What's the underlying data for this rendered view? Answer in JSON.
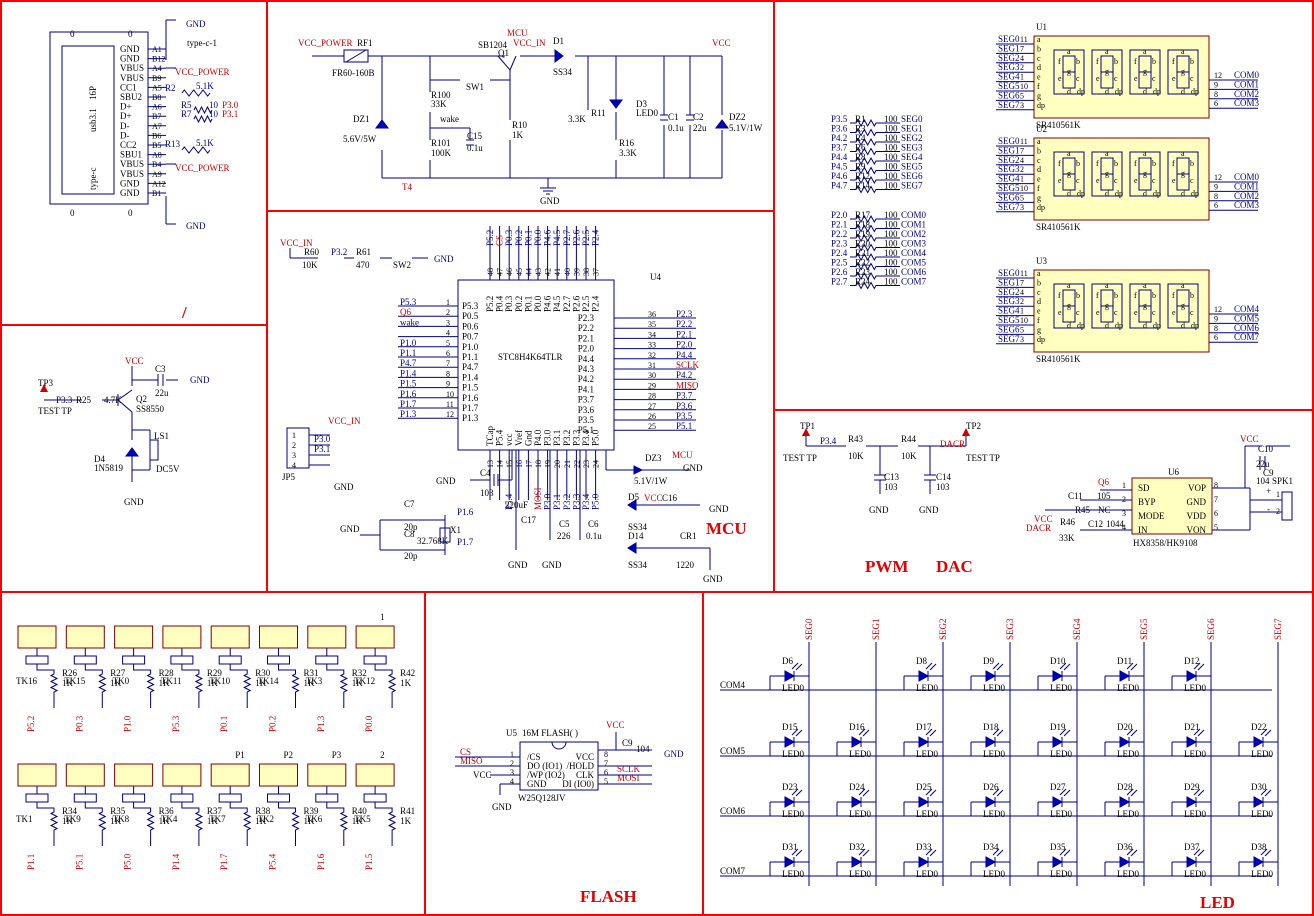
{
  "section_titles": {
    "slash": "/",
    "mcu": "MCU",
    "pwm": "PWM",
    "dac": "DAC",
    "flash": "FLASH",
    "led": "LED"
  },
  "usb": {
    "ref": "type-c-1",
    "side_label_1": "usb3.1",
    "side_label_2": "type-c",
    "conn_label": "16P",
    "pins": [
      {
        "name": "GND",
        "num": "A1"
      },
      {
        "name": "GND",
        "num": "B12"
      },
      {
        "name": "VBUS",
        "num": "A4"
      },
      {
        "name": "VBUS",
        "num": "B9"
      },
      {
        "name": "CC1",
        "num": "A5"
      },
      {
        "name": "SBU2",
        "num": "B8"
      },
      {
        "name": "D+",
        "num": "A6"
      },
      {
        "name": "D+",
        "num": "B7"
      },
      {
        "name": "D-",
        "num": "A7"
      },
      {
        "name": "D-",
        "num": "B6"
      },
      {
        "name": "CC2",
        "num": "B5"
      },
      {
        "name": "SBU1",
        "num": "A8"
      },
      {
        "name": "VBUS",
        "num": "B4"
      },
      {
        "name": "VBUS",
        "num": "A9"
      },
      {
        "name": "GND",
        "num": "A12"
      },
      {
        "name": "GND",
        "num": "B1"
      }
    ],
    "gnd": "GND",
    "vcc_power": "VCC_POWER",
    "r2": "R2",
    "r2_val": "5.1K",
    "r5": "R5",
    "r5_val": "10",
    "p30": "P3.0",
    "r7": "R7",
    "r7_val": "10",
    "p31": "P3.1",
    "r13": "R13",
    "r13_val": "5.1K",
    "zero": "0"
  },
  "power": {
    "vcc_power": "VCC_POWER",
    "rf1": "RF1",
    "rf1_val": "FR60-160B",
    "mcu": "MCU",
    "sb1204": "SB1204",
    "q1": "Q1",
    "vcc_in": "VCC_IN",
    "d1": "D1",
    "d1_val": "SS34",
    "vcc": "VCC",
    "sw1": "SW1",
    "r100": "R100",
    "r100_val": "33K",
    "wake": "wake",
    "c15": "C15",
    "c15_val": "0.1u",
    "r101": "R101",
    "r101_val": "100K",
    "r10": "R10",
    "r10_val": "1K",
    "dz1": "DZ1",
    "dz1_val": "5.6V/5W",
    "t4": "T4",
    "r11_val": "3.3K",
    "r11": "R11",
    "d3": "D3",
    "d3_val": "LED0",
    "r16": "R16",
    "r16_val": "3.3K",
    "c1": "C1",
    "c1_val": "0.1u",
    "c2": "C2",
    "c2_val": "22u",
    "dz2": "DZ2",
    "dz2_val": "5.1V/1W",
    "gnd": "GND"
  },
  "buzzer": {
    "vcc": "VCC",
    "c3": "C3",
    "c3_val": "22u",
    "gnd": "GND",
    "tp3": "TP3",
    "test_tp": "TEST TP",
    "p33": "P3.3",
    "r25": "R25",
    "r25_val": "4.7K",
    "q2": "Q2",
    "q2_val": "SS8550",
    "ls1": "LS1",
    "ls1_val": "DC5V",
    "d4": "D4",
    "d4_val": "1N5819"
  },
  "mcu": {
    "vcc_in": "VCC_IN",
    "r60": "R60",
    "r60_val": "10K",
    "p32": "P3.2",
    "r61": "R61",
    "r61_val": "470",
    "sw2": "SW2",
    "gnd": "GND",
    "ref": "U4",
    "part": "STC8H4K64TLR",
    "left_pins": [
      {
        "net": "P5.3",
        "num": "1",
        "name": "P5.3"
      },
      {
        "net": "Q6",
        "num": "2",
        "name": "P0.5"
      },
      {
        "net": "wake",
        "num": "3",
        "name": "P0.6"
      },
      {
        "net": "",
        "num": "4",
        "name": "P0.7"
      },
      {
        "net": "P1.0",
        "num": "5",
        "name": "P1.0"
      },
      {
        "net": "P1.1",
        "num": "6",
        "name": "P1.1"
      },
      {
        "net": "P4.7",
        "num": "7",
        "name": "P4.7"
      },
      {
        "net": "P1.4",
        "num": "8",
        "name": "P1.4"
      },
      {
        "net": "P1.5",
        "num": "9",
        "name": "P1.5"
      },
      {
        "net": "P1.6",
        "num": "10",
        "name": "P1.6"
      },
      {
        "net": "P1.7",
        "num": "11",
        "name": "P1.7"
      },
      {
        "net": "P1.3",
        "num": "12",
        "name": "P1.3"
      }
    ],
    "right_pins": [
      {
        "net": "P2.3",
        "num": "36",
        "name": "P2.3"
      },
      {
        "net": "P2.2",
        "num": "35",
        "name": "P2.2"
      },
      {
        "net": "P2.1",
        "num": "34",
        "name": "P2.1"
      },
      {
        "net": "P2.0",
        "num": "33",
        "name": "P2.0"
      },
      {
        "net": "P4.4",
        "num": "32",
        "name": "P4.4"
      },
      {
        "net": "SCLK",
        "num": "31",
        "name": "P4.3"
      },
      {
        "net": "P4.2",
        "num": "30",
        "name": "P4.2"
      },
      {
        "net": "MISO",
        "num": "29",
        "name": "P4.1"
      },
      {
        "net": "P3.7",
        "num": "28",
        "name": "P3.7"
      },
      {
        "net": "P3.6",
        "num": "27",
        "name": "P3.6"
      },
      {
        "net": "P3.5",
        "num": "26",
        "name": "P3.5"
      },
      {
        "net": "P5.1",
        "num": "25",
        "name": "P5.1"
      }
    ],
    "top_pins": [
      {
        "net": "P5.2",
        "num": "48",
        "name": "P5.2"
      },
      {
        "net": "CS",
        "num": "47",
        "name": "P0.4"
      },
      {
        "net": "P0.3",
        "num": "46",
        "name": "P0.3"
      },
      {
        "net": "P0.2",
        "num": "45",
        "name": "P0.2"
      },
      {
        "net": "P0.1",
        "num": "44",
        "name": "P0.1"
      },
      {
        "net": "P0.0",
        "num": "43",
        "name": "P0.0"
      },
      {
        "net": "P4.6",
        "num": "42",
        "name": "P4.6"
      },
      {
        "net": "P4.5",
        "num": "41",
        "name": "P4.5"
      },
      {
        "net": "P2.7",
        "num": "40",
        "name": "P2.7"
      },
      {
        "net": "P2.6",
        "num": "39",
        "name": "P2.6"
      },
      {
        "net": "P2.5",
        "num": "38",
        "name": "P2.5"
      },
      {
        "net": "P2.4",
        "num": "37",
        "name": "P2.4"
      }
    ],
    "bottom_pins": [
      {
        "net": "",
        "num": "13",
        "name": "TCap"
      },
      {
        "net": "",
        "num": "14",
        "name": "P5.4"
      },
      {
        "net": "P5.4",
        "num": "15",
        "name": "vcc"
      },
      {
        "net": "",
        "num": "16",
        "name": "Vref"
      },
      {
        "net": "",
        "num": "17",
        "name": "Gnd"
      },
      {
        "net": "MOSI",
        "num": "18",
        "name": "P4.0"
      },
      {
        "net": "P3.0",
        "num": "19",
        "name": "P3.0"
      },
      {
        "net": "P3.1",
        "num": "20",
        "name": "P3.1"
      },
      {
        "net": "P3.2",
        "num": "21",
        "name": "P3.2"
      },
      {
        "net": "P3.3",
        "num": "22",
        "name": "P3.3"
      },
      {
        "net": "P3.4",
        "num": "23",
        "name": "P3.4"
      },
      {
        "net": "P5.0",
        "num": "24",
        "name": "P5.0"
      }
    ],
    "jp5": "JP5",
    "jp5_vcc": "VCC_IN",
    "jp5_p30": "P3.0",
    "jp5_p31": "P3.1",
    "jp5_pins": [
      "1",
      "2",
      "3",
      "4"
    ],
    "c4": "C4",
    "c4_val": "103",
    "c7": "C7",
    "c7_val": "20p",
    "c8": "C8",
    "c8_val": "20p",
    "x1": "X1",
    "x1_val": "32.768K",
    "p16": "P1.6",
    "p17": "P1.7",
    "c17": "C17",
    "c17_val": "220uF",
    "c5": "C5",
    "c5_val": "226",
    "c6": "C6",
    "c6_val": "0.1u",
    "dz3": "DZ3",
    "dz3_val": "5.1V/1W",
    "mcu_net": "MCU",
    "d5": "D5",
    "d5_val": "SS34",
    "vcc": "VCC",
    "c16": "C16",
    "d14": "D14",
    "d14_val": "SS34",
    "cr1": "CR1",
    "cr1_val": "1220"
  },
  "segres": {
    "group1": [
      {
        "net": "P3.5",
        "r": "R1",
        "v": "100",
        "seg": "SEG0"
      },
      {
        "net": "P3.6",
        "r": "R3",
        "v": "100",
        "seg": "SEG1"
      },
      {
        "net": "P4.2",
        "r": "R4",
        "v": "100",
        "seg": "SEG2"
      },
      {
        "net": "P3.7",
        "r": "R6",
        "v": "100",
        "seg": "SEG3"
      },
      {
        "net": "P4.4",
        "r": "R8",
        "v": "100",
        "seg": "SEG4"
      },
      {
        "net": "P4.5",
        "r": "R9",
        "v": "100",
        "seg": "SEG5"
      },
      {
        "net": "P4.6",
        "r": "R12",
        "v": "100",
        "seg": "SEG6"
      },
      {
        "net": "P4.7",
        "r": "R14",
        "v": "100",
        "seg": "SEG7"
      }
    ],
    "group2": [
      {
        "net": "P2.0",
        "r": "R17",
        "v": "100",
        "seg": "COM0"
      },
      {
        "net": "P2.1",
        "r": "R18",
        "v": "100",
        "seg": "COM1"
      },
      {
        "net": "P2.2",
        "r": "R19",
        "v": "100",
        "seg": "COM2"
      },
      {
        "net": "P2.3",
        "r": "R20",
        "v": "100",
        "seg": "COM3"
      },
      {
        "net": "P2.4",
        "r": "R21",
        "v": "100",
        "seg": "COM4"
      },
      {
        "net": "P2.5",
        "r": "R22",
        "v": "100",
        "seg": "COM5"
      },
      {
        "net": "P2.6",
        "r": "R23",
        "v": "100",
        "seg": "COM6"
      },
      {
        "net": "P2.7",
        "r": "R24",
        "v": "100",
        "seg": "COM7"
      }
    ]
  },
  "displays": [
    {
      "ref": "U1",
      "part": "SR410561K",
      "coms": [
        "COM0",
        "COM1",
        "COM2",
        "COM3"
      ]
    },
    {
      "ref": "U2",
      "part": "SR410561K",
      "coms": [
        "COM0",
        "COM1",
        "COM2",
        "COM3"
      ]
    },
    {
      "ref": "U3",
      "part": "SR410561K",
      "coms": [
        "COM4",
        "COM5",
        "COM6",
        "COM7"
      ]
    }
  ],
  "display_common": {
    "segs": [
      {
        "net": "SEG0",
        "pin": "11",
        "l": "a"
      },
      {
        "net": "SEG1",
        "pin": "7",
        "l": "b"
      },
      {
        "net": "SEG2",
        "pin": "4",
        "l": "c"
      },
      {
        "net": "SEG3",
        "pin": "2",
        "l": "d"
      },
      {
        "net": "SEG4",
        "pin": "1",
        "l": "e"
      },
      {
        "net": "SEG5",
        "pin": "10",
        "l": "f"
      },
      {
        "net": "SEG6",
        "pin": "5",
        "l": "g"
      },
      {
        "net": "SEG7",
        "pin": "3",
        "l": "dp"
      }
    ],
    "com_pins": [
      "12",
      "9",
      "8",
      "6"
    ],
    "digit_letters": [
      "a",
      "b",
      "c",
      "d",
      "e",
      "f",
      "g",
      "dp"
    ]
  },
  "dac": {
    "tp1": "TP1",
    "p34": "P3.4",
    "r43": "R43",
    "r43_val": "10K",
    "r44": "R44",
    "r44_val": "10K",
    "dacr": "DACR",
    "tp2": "TP2",
    "test_tp": "TEST TP",
    "c13": "C13",
    "c13_val": "103",
    "c14": "C14",
    "c14_val": "103",
    "gnd": "GND",
    "q6": "Q6",
    "u6": "U6",
    "part": "HX8358/HK9108",
    "vcc": "VCC",
    "c11": "C11",
    "c11_val": "105",
    "r45": "R45",
    "r45_val": "NC",
    "r46": "R46",
    "r46_val": "33K",
    "c12": "C12",
    "c12_val": "1044",
    "c10": "C10",
    "c10_val": "22u",
    "c9": "C9",
    "c9_val": "104",
    "spk": "SPK1",
    "amp_left": [
      {
        "n": "SD",
        "num": "1"
      },
      {
        "n": "BYP",
        "num": "2"
      },
      {
        "n": "MODE",
        "num": "3"
      },
      {
        "n": "IN",
        "num": "4"
      }
    ],
    "amp_right": [
      {
        "n": "VOP",
        "num": "8"
      },
      {
        "n": "GND",
        "num": "7"
      },
      {
        "n": "VDD",
        "num": "6"
      },
      {
        "n": "VON",
        "num": "5"
      }
    ],
    "plus": "+",
    "minus": "-",
    "spk_pins": [
      "1",
      "2"
    ]
  },
  "touch": {
    "row1": [
      {
        "tk": "TK16",
        "r": "R26",
        "v": "1K",
        "net": "P5.2",
        "top": ""
      },
      {
        "tk": "TK15",
        "r": "R27",
        "v": "1K",
        "net": "P0.3",
        "top": ""
      },
      {
        "tk": "TK0",
        "r": "R28",
        "v": "1K",
        "net": "P1.0",
        "top": ""
      },
      {
        "tk": "TK11",
        "r": "R29",
        "v": "1K",
        "net": "P5.3",
        "top": ""
      },
      {
        "tk": "TK10",
        "r": "R30",
        "v": "1K",
        "net": "P0.1",
        "top": ""
      },
      {
        "tk": "TK14",
        "r": "R31",
        "v": "1K",
        "net": "P0.2",
        "top": ""
      },
      {
        "tk": "TK3",
        "r": "R32",
        "v": "1K",
        "net": "P1.3",
        "top": ""
      },
      {
        "tk": "TK12",
        "r": "R42",
        "v": "1K",
        "net": "P0.0",
        "top": "1"
      }
    ],
    "row2": [
      {
        "tk": "TK1",
        "r": "R34",
        "v": "1K",
        "net": "P1.1",
        "top": ""
      },
      {
        "tk": "TK9",
        "r": "R35",
        "v": "1K",
        "net": "P5.1",
        "top": ""
      },
      {
        "tk": "TK8",
        "r": "R36",
        "v": "1K",
        "net": "P5.0",
        "top": ""
      },
      {
        "tk": "TK4",
        "r": "R37",
        "v": "1K",
        "net": "P1.4",
        "top": ""
      },
      {
        "tk": "TK7",
        "r": "R38",
        "v": "1K",
        "net": "P1.7",
        "top": "P1"
      },
      {
        "tk": "TK2",
        "r": "R39",
        "v": "1K",
        "net": "P5.4",
        "top": "P2"
      },
      {
        "tk": "TK6",
        "r": "R40",
        "v": "1K",
        "net": "P1.6",
        "top": "P3"
      },
      {
        "tk": "TK5",
        "r": "R41",
        "v": "1K",
        "net": "P1.5",
        "top": "2"
      }
    ]
  },
  "flash": {
    "u5": "U5",
    "title": "16M FLASH(      )",
    "part": "W25Q128JV",
    "cs": "CS",
    "miso": "MISO",
    "vcc": "VCC",
    "gnd": "GND",
    "sclk": "SCLK",
    "mosi": "MOSI",
    "c9": "C9",
    "c9_val": "104",
    "left": [
      {
        "n": "/CS",
        "num": "1"
      },
      {
        "n": "DO (IO1)",
        "num": "2"
      },
      {
        "n": "/WP (IO2)",
        "num": "3"
      },
      {
        "n": "GND",
        "num": "4"
      }
    ],
    "right": [
      {
        "n": "VCC",
        "num": "8"
      },
      {
        "n": "/HOLD",
        "num": "7"
      },
      {
        "n": "CLK",
        "num": "6"
      },
      {
        "n": "DI (IO0)",
        "num": "5"
      }
    ]
  },
  "ledmatrix": {
    "segs": [
      "SEG0",
      "SEG1",
      "SEG2",
      "SEG3",
      "SEG4",
      "SEG5",
      "SEG6",
      "SEG7"
    ],
    "coms": [
      "COM4",
      "COM5",
      "COM6",
      "COM7"
    ],
    "rows": [
      [
        "D6",
        "",
        "D8",
        "D9",
        "D10",
        "D11",
        "D12",
        ""
      ],
      [
        "D15",
        "D16",
        "D17",
        "D18",
        "D19",
        "D20",
        "D21",
        "D22"
      ],
      [
        "D23",
        "D24",
        "D25",
        "D26",
        "D27",
        "D28",
        "D29",
        "D30"
      ],
      [
        "D31",
        "D32",
        "D33",
        "D34",
        "D35",
        "D36",
        "D37",
        "D38"
      ]
    ],
    "val": "LED0"
  }
}
